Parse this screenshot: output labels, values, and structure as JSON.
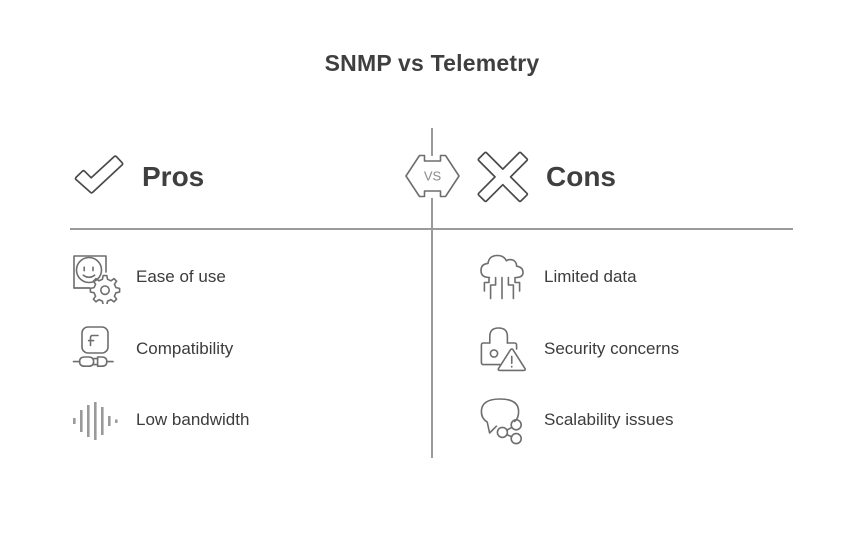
{
  "slide": {
    "title": "SNMP vs Telemetry",
    "background_color": "#ffffff",
    "text_color": "#3f3f3f",
    "line_color": "#9a9a9a",
    "icon_color": "#6e6e6e"
  },
  "center": {
    "vs_label": "VS",
    "icon": "vs-badge-icon"
  },
  "columns": [
    {
      "key": "pros",
      "heading": "Pros",
      "heading_icon": "checkmark-icon",
      "items": [
        {
          "label": "Ease of use",
          "icon": "smiley-gear-icon"
        },
        {
          "label": "Compatibility",
          "icon": "plug-connector-icon"
        },
        {
          "label": "Low bandwidth",
          "icon": "signal-bars-icon"
        }
      ]
    },
    {
      "key": "cons",
      "heading": "Cons",
      "heading_icon": "cross-icon",
      "items": [
        {
          "label": "Limited data",
          "icon": "cloud-circuit-icon"
        },
        {
          "label": "Security concerns",
          "icon": "lock-warning-icon"
        },
        {
          "label": "Scalability issues",
          "icon": "speech-share-icon"
        }
      ]
    }
  ]
}
